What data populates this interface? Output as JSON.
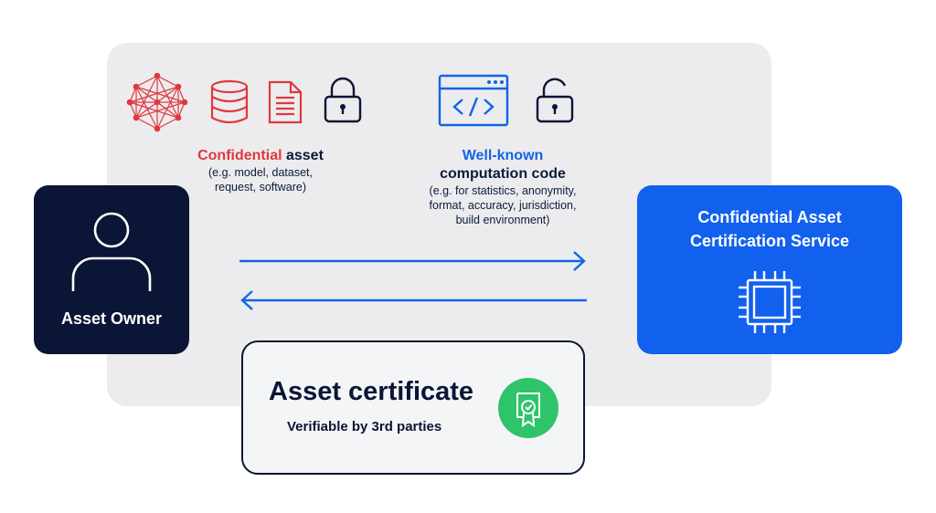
{
  "confidential_asset": {
    "highlight": "Confidential",
    "rest": " asset",
    "examples": [
      "(e.g. model, dataset,",
      "request, software)"
    ]
  },
  "computation_code": {
    "highlight": "Well-known",
    "rest": "computation code",
    "examples": [
      "(e.g. for statistics, anonymity,",
      "format, accuracy, jurisdiction,",
      "build environment)"
    ]
  },
  "asset_owner": {
    "label": "Asset Owner"
  },
  "certification_service": {
    "label_line1": "Confidential Asset",
    "label_line2": "Certification Service"
  },
  "certificate": {
    "title": "Asset certificate",
    "subtitle": "Verifiable by 3rd parties"
  },
  "icons": [
    "network-icon",
    "database-icon",
    "document-icon",
    "lock-closed-icon",
    "code-window-icon",
    "lock-open-icon",
    "person-icon",
    "chip-icon",
    "certificate-badge-icon"
  ],
  "colors": {
    "dark_navy": "#0b1535",
    "blue": "#1260ee",
    "red": "#e0383e",
    "green": "#2fc46a",
    "panel": "#ececee"
  }
}
